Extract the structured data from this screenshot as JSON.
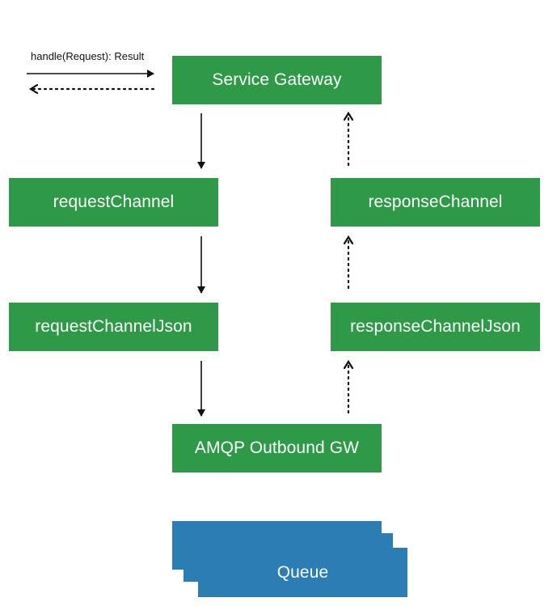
{
  "signature_label": "handle(Request): Result",
  "nodes": {
    "service_gateway": "Service Gateway",
    "request_channel": "requestChannel",
    "response_channel": "responseChannel",
    "request_channel_json": "requestChannelJson",
    "response_channel_json": "responseChannelJson",
    "amqp_outbound_gw": "AMQP Outbound GW",
    "queue": "Queue"
  },
  "colors": {
    "node_fill": "#2e9a47",
    "queue_fill": "#2b7db4",
    "text": "#ffffff",
    "arrow": "#111111"
  }
}
